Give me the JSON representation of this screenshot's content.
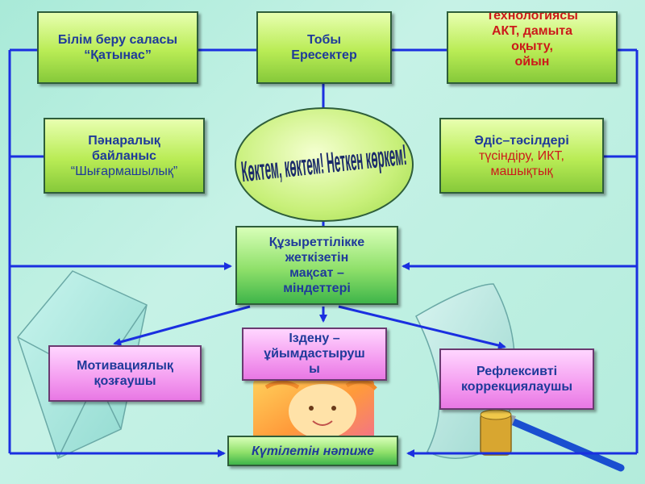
{
  "boxes": {
    "education_area": {
      "line1": "Білім беру саласы",
      "line2": "“Қатынас”"
    },
    "group": {
      "line1": "Тобы",
      "line2": "Ересектер"
    },
    "technology": {
      "line1": "Технологиясы",
      "line2": "АКТ, дамыта",
      "line3": "оқыту,",
      "line4": "ойын"
    },
    "interdisciplinary": {
      "line1": "Пәнаралық",
      "line2": "байланыс",
      "line3": "“Шығармашылық”"
    },
    "methods": {
      "line1": "Әдіс–тәсілдері",
      "line2": "түсіндіру, ИКТ,",
      "line3": "машықтық"
    },
    "competence_goal": {
      "line1": "Құзыреттілікке",
      "line2": "жеткізетін",
      "line3": "мақсат –",
      "line4": "міндеттері"
    },
    "motivational": {
      "line1": "Мотивациялық",
      "line2": "қозғаушы"
    },
    "search_organizer": {
      "line1": "Іздену –",
      "line2": "ұйымдастыруш",
      "line3": "ы"
    },
    "reflexive": {
      "line1": "Рефлексивті",
      "line2": "коррекциялаушы"
    },
    "expected_result": {
      "line1": "Күтілетін нәтиже"
    }
  },
  "center_ellipse": {
    "text": "Көктем, көктем! Неткен көркем!"
  },
  "colors": {
    "connector": "#1a2fe0",
    "green_box": "#b9ec55",
    "pink_box": "#f49cf0",
    "text_blue": "#1f3a9a",
    "text_red": "#cc1a1a",
    "background": "#b3ecdc"
  }
}
